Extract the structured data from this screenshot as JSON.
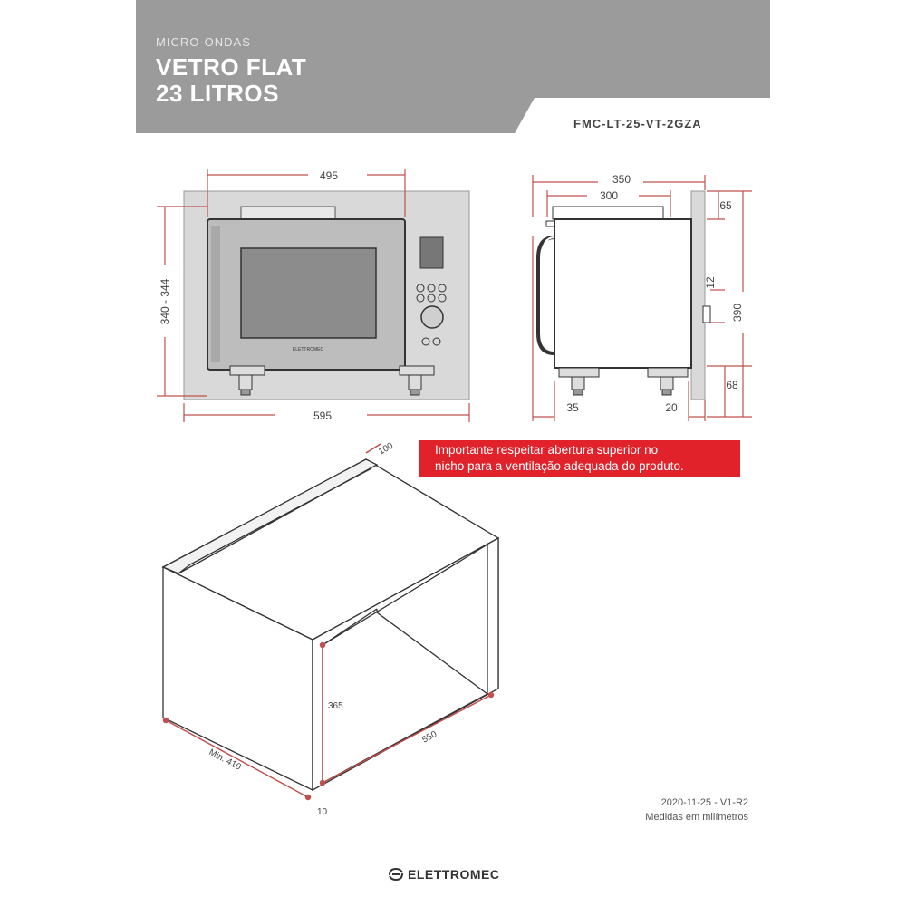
{
  "header": {
    "category": "MICRO-ONDAS",
    "title_line1": "VETRO FLAT",
    "title_line2": "23 LITROS",
    "model_code": "FMC-LT-25-VT-2GZA"
  },
  "front_view": {
    "width_top": "495",
    "width_bottom": "595",
    "height": "340 - 344",
    "brand_on_door": "ELETTROMEC"
  },
  "side_view": {
    "depth_total": "350",
    "depth_body": "300",
    "top_offset": "65",
    "mid": "12",
    "height": "390",
    "bottom_offset": "68",
    "foot_left": "35",
    "foot_right": "20"
  },
  "niche": {
    "top_opening": "100",
    "height": "365",
    "depth": "550",
    "width": "Min. 410",
    "wall": "10"
  },
  "notice": {
    "line1": "Importante respeitar abertura superior no",
    "line2": "nicho para a ventilação adequada do produto."
  },
  "footer": {
    "version": "2020-11-25 - V1-R2",
    "units": "Medidas em milímetros",
    "brand": "ELETTROMEC"
  },
  "colors": {
    "header_bg": "#9b9b9b",
    "accent_red": "#e1222b",
    "dimension_line": "#c0504d"
  }
}
